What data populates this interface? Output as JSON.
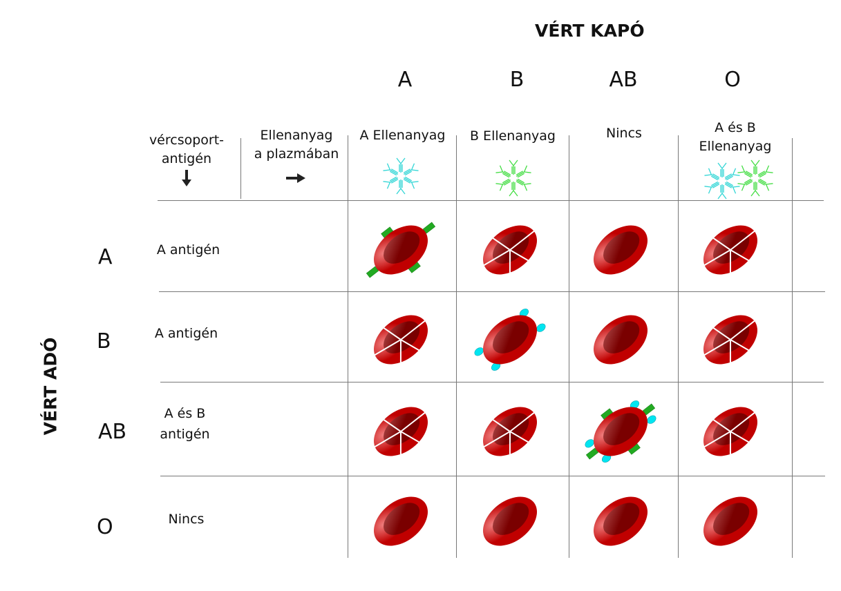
{
  "title_recipient": "VÉRT KAPÓ",
  "title_donor": "VÉRT ADÓ",
  "header": {
    "antigen_label": "vércsoport-antigén",
    "antigen_label_l1": "vércsoport-",
    "antigen_label_l2": "antigén",
    "antibody_label_l1": "Ellenanyag",
    "antibody_label_l2": "a plazmában"
  },
  "columns": [
    {
      "group": "A",
      "antibody": "A Ellenanyag",
      "antibody_icons": [
        "cyan"
      ]
    },
    {
      "group": "B",
      "antibody": "B Ellenanyag",
      "antibody_icons": [
        "green"
      ]
    },
    {
      "group": "AB",
      "antibody": "Nincs",
      "antibody_icons": []
    },
    {
      "group": "O",
      "antibody_l1": "A és B",
      "antibody_l2": "Ellenanyag",
      "antibody_icons": [
        "cyan",
        "green"
      ]
    }
  ],
  "rows": [
    {
      "group": "A",
      "antigen": "A antigén",
      "cells": [
        "antigen-a",
        "agglutinated",
        "normal",
        "agglutinated"
      ]
    },
    {
      "group": "B",
      "antigen": "A antigén",
      "cells": [
        "agglutinated",
        "antigen-b",
        "normal",
        "agglutinated"
      ]
    },
    {
      "group": "AB",
      "antigen_l1": "A és B",
      "antigen_l2": "antigén",
      "cells": [
        "agglutinated",
        "agglutinated",
        "antigen-ab",
        "agglutinated"
      ]
    },
    {
      "group": "O",
      "antigen": "Nincs",
      "cells": [
        "normal",
        "normal",
        "normal",
        "normal"
      ]
    }
  ],
  "colors": {
    "cell_outer": "#c00000",
    "cell_inner": "#7a0000",
    "antigen_a": "#22aa22",
    "antigen_b": "#00e5f0",
    "antibody_cyan": "#33d6d6",
    "antibody_green": "#44dd44"
  }
}
